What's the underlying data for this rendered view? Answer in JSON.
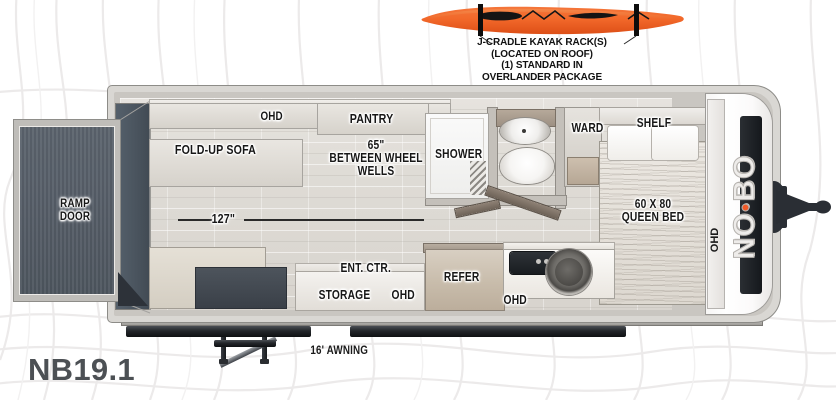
{
  "model": {
    "code": "NB19.1"
  },
  "callout": {
    "icon": "kayak-icon",
    "lines": [
      "J-CRADLE KAYAK RACK(S)",
      "(LOCATED ON ROOF)",
      "(1) STANDARD IN",
      "OVERLANDER PACKAGE"
    ],
    "line1": "J-CRADLE KAYAK RACK(S)",
    "line2": "(LOCATED ON ROOF)",
    "line3": "(1) STANDARD IN",
    "line4": "OVERLANDER PACKAGE"
  },
  "brand": {
    "name": "NO BO",
    "part1": "NO",
    "part2": "BO",
    "dot": "●"
  },
  "floorplan": {
    "title": "NB19.1",
    "labels": {
      "ramp_door": "RAMP\nDOOR",
      "ramp_door_l1": "RAMP",
      "ramp_door_l2": "DOOR",
      "fold_up_sofa": "FOLD-UP SOFA",
      "ohd_left": "OHD",
      "pantry": "PANTRY",
      "wheel_wells_l1": "65\"",
      "wheel_wells_l2": "BETWEEN WHEEL",
      "wheel_wells_l3": "WELLS",
      "length_127": "127\"",
      "shower": "SHOWER",
      "ward": "WARD",
      "shelf": "SHELF",
      "queen_bed_l1": "60 X 80",
      "queen_bed_l2": "QUEEN BED",
      "ohd_nose": "OHD",
      "ent_ctr": "ENT. CTR.",
      "storage": "STORAGE",
      "ohd_storage": "OHD",
      "refer": "REFER",
      "ohd_galley": "OHD",
      "awning": "16' AWNING"
    }
  },
  "colors": {
    "kayak_top": "#f2682a",
    "kayak_bottom": "#e0541c",
    "brand_accent": "#f05a28",
    "model_text": "#4c5054",
    "wall": "#c9c6c1",
    "ramp": "#565e68",
    "floor": "#e0ddd7"
  }
}
